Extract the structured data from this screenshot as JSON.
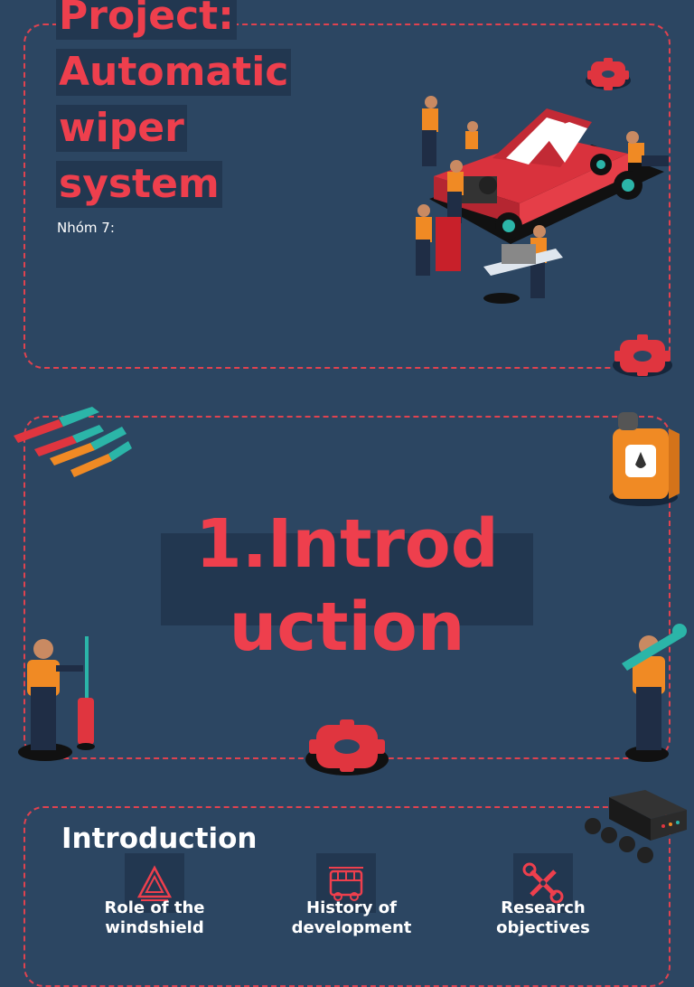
{
  "slide1": {
    "title_lines": [
      "Project:",
      "Automatic",
      "wiper",
      "system"
    ],
    "group": "Nhóm 7:"
  },
  "slide2": {
    "section_title_l1": "1.Introd",
    "section_title_l2": "uction"
  },
  "slide3": {
    "heading": "Introduction",
    "cards": [
      {
        "label_l1": "Role of the",
        "label_l2": "windshield",
        "icon": "warning-triangle-icon"
      },
      {
        "label_l1": "History of",
        "label_l2": "development",
        "icon": "vehicle-icon"
      },
      {
        "label_l1": "Research",
        "label_l2": "objectives",
        "icon": "tools-icon"
      }
    ]
  },
  "colors": {
    "background": "#2c4662",
    "accent": "#ee3f4d",
    "panel": "#223750",
    "text": "#ffffff"
  }
}
